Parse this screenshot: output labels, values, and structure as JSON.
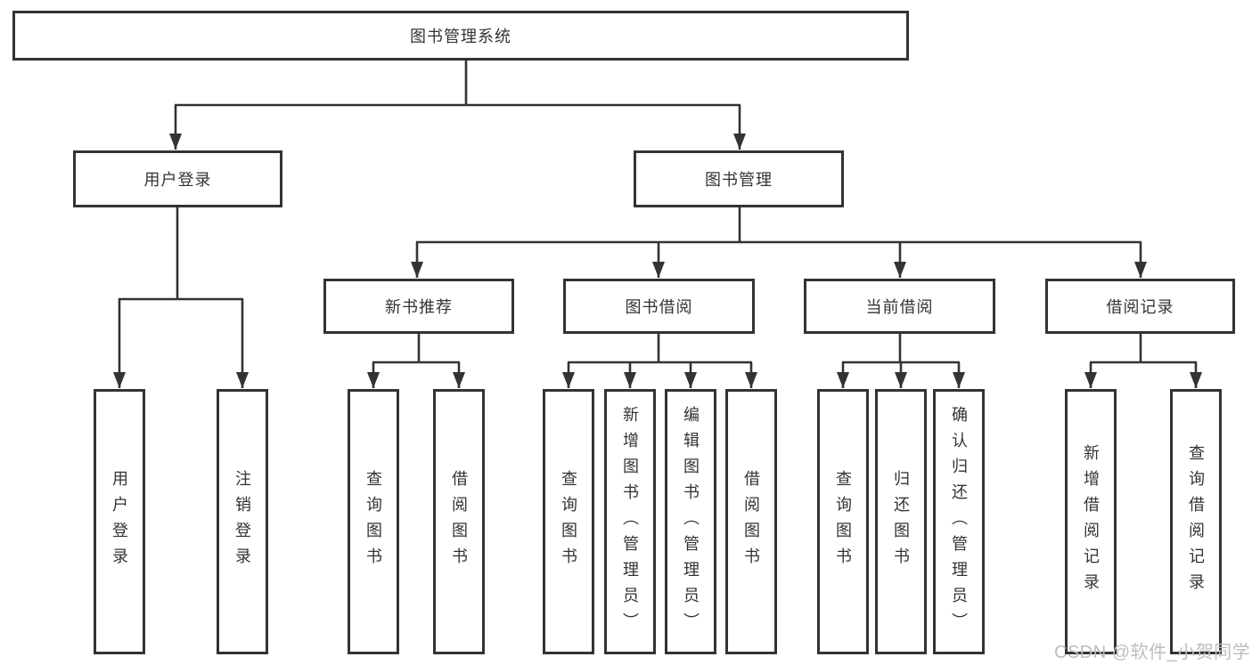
{
  "tree": {
    "label": "图书管理系统",
    "children": [
      {
        "label": "用户登录",
        "children": [
          {
            "label": "用户登录"
          },
          {
            "label": "注销登录"
          }
        ]
      },
      {
        "label": "图书管理",
        "children": [
          {
            "label": "新书推荐",
            "children": [
              {
                "label": "查询图书"
              },
              {
                "label": "借阅图书"
              }
            ]
          },
          {
            "label": "图书借阅",
            "children": [
              {
                "label": "查询图书"
              },
              {
                "label": "新增图书（管理员）"
              },
              {
                "label": "编辑图书（管理员）"
              },
              {
                "label": "借阅图书"
              }
            ]
          },
          {
            "label": "当前借阅",
            "children": [
              {
                "label": "查询图书"
              },
              {
                "label": "归还图书"
              },
              {
                "label": "确认归还（管理员）"
              }
            ]
          },
          {
            "label": "借阅记录",
            "children": [
              {
                "label": "新增借阅记录"
              },
              {
                "label": "查询借阅记录"
              }
            ]
          }
        ]
      }
    ]
  },
  "watermark": {
    "text": "CSDN @软件_小贺同学"
  },
  "colors": {
    "line": "#333333",
    "border": "#333333",
    "text": "#333333",
    "background": "#ffffff",
    "watermark": "#bdbdbd"
  }
}
